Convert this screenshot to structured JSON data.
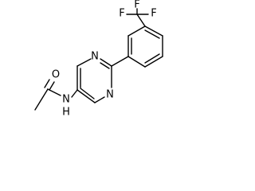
{
  "molecule": {
    "atoms": {
      "oxygen": "O",
      "amide_nitrogen": "N",
      "amide_hydrogen": "H",
      "ring_nitrogen_top": "N",
      "ring_nitrogen_bottom": "N",
      "fluorine_left": "F",
      "fluorine_top": "F",
      "fluorine_right": "F"
    }
  },
  "colors": {
    "bond": "#000000",
    "label": "#000000",
    "background": "#ffffff"
  }
}
